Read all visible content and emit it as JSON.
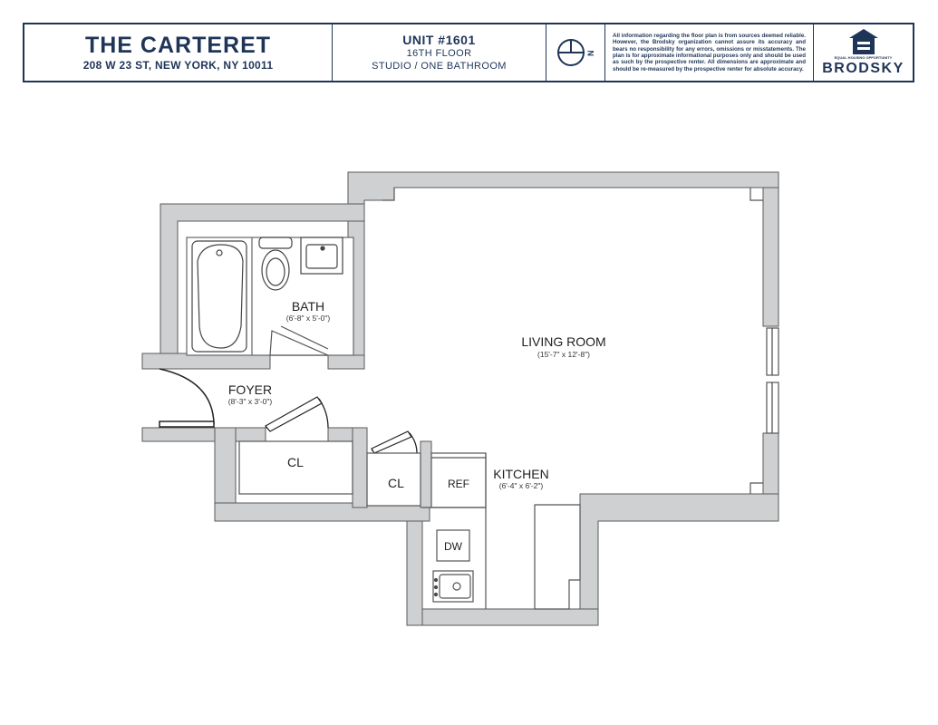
{
  "header": {
    "building_name": "THE CARTERET",
    "address": "208 W 23 ST, NEW YORK, NY 10011",
    "unit": "UNIT #1601",
    "floor": "16TH FLOOR",
    "layout": "STUDIO / ONE BATHROOM",
    "compass_label": "N",
    "disclaimer": "All information regarding the floor plan is from sources deemed reliable. However, the Brodsky organization cannot assure its accuracy and bears no responsibility for any errors, omissions or misstatements. The plan is for approximate informational purposes only and should be used as such by the prospective renter. All dimensions are approximate and should be re-measured by the prospective renter for absolute accuracy.",
    "brand": "BRODSKY",
    "equal_housing": "EQUAL HOUSING OPPORTUNITY"
  },
  "rooms": {
    "living_room": {
      "name": "LIVING ROOM",
      "dims": "(15'-7\" x 12'-8\")"
    },
    "bath": {
      "name": "BATH",
      "dims": "(6'-8\" x 5'-0\")"
    },
    "foyer": {
      "name": "FOYER",
      "dims": "(8'-3\" x 3'-0\")"
    },
    "kitchen": {
      "name": "KITCHEN",
      "dims": "(6'-4\" x 6'-2\")"
    }
  },
  "fixtures": {
    "closet_1": "CL",
    "closet_2": "CL",
    "refrigerator": "REF",
    "dishwasher": "DW"
  },
  "colors": {
    "header_ink": "#1f3558",
    "wall": "#cfd0d1",
    "wall_edge": "#5a5a5a",
    "line": "#333333"
  }
}
